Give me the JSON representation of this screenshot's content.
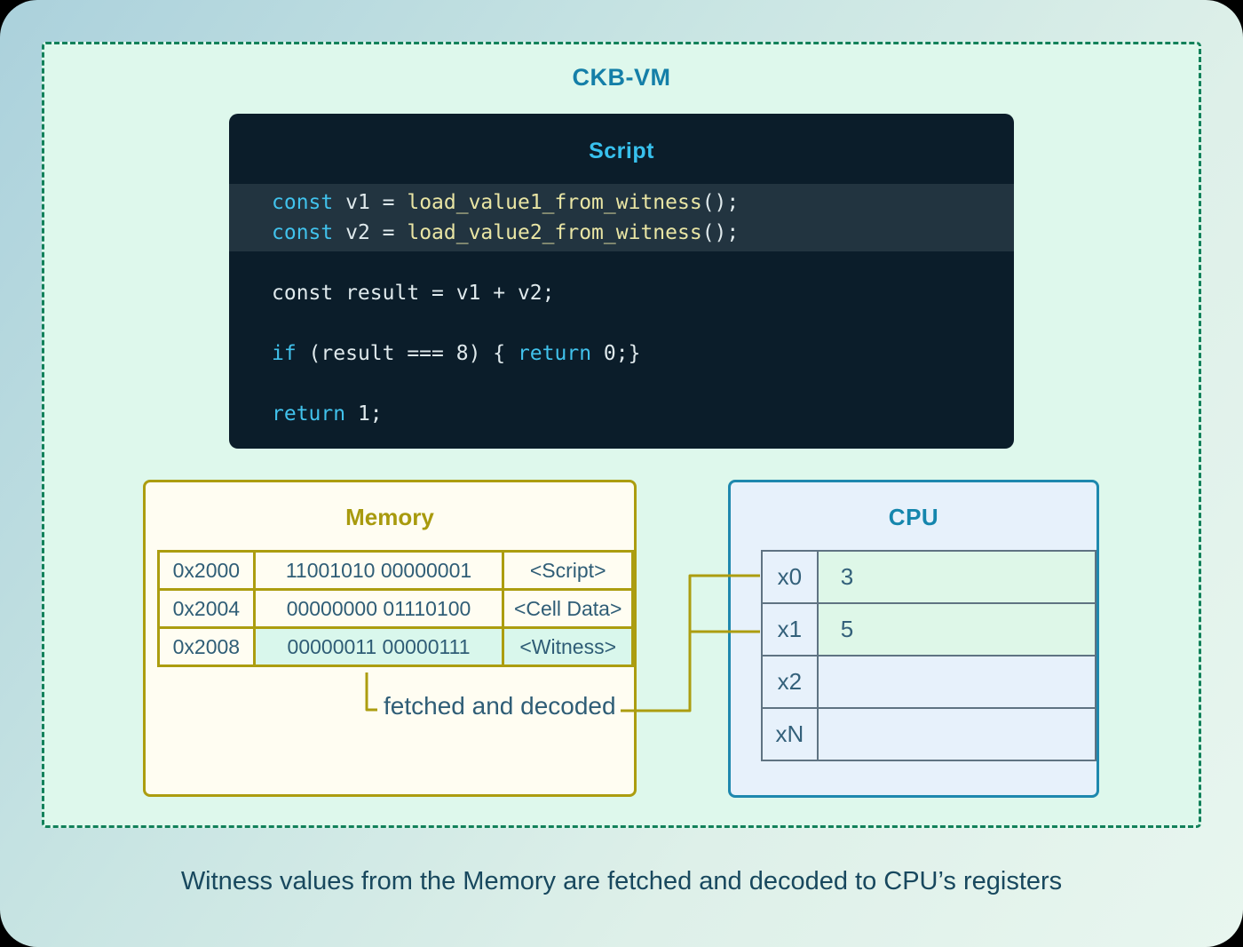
{
  "vm": {
    "title": "CKB-VM"
  },
  "script": {
    "title": "Script",
    "lines": [
      {
        "highlight": true,
        "tokens": [
          {
            "text": "const",
            "type": "kw"
          },
          {
            "text": " v1 = ",
            "type": "pl"
          },
          {
            "text": "load_value1_from_witness",
            "type": "fn"
          },
          {
            "text": "();",
            "type": "pl"
          }
        ]
      },
      {
        "highlight": true,
        "tokens": [
          {
            "text": "const",
            "type": "kw"
          },
          {
            "text": " v2 = ",
            "type": "pl"
          },
          {
            "text": "load_value2_from_witness",
            "type": "fn"
          },
          {
            "text": "();",
            "type": "pl"
          }
        ]
      },
      {
        "highlight": false,
        "tokens": [
          {
            "text": "const result = v1 + v2;",
            "type": "pl"
          }
        ]
      },
      {
        "highlight": false,
        "tokens": [
          {
            "text": "if",
            "type": "kw"
          },
          {
            "text": " (result === 8) { ",
            "type": "pl"
          },
          {
            "text": "return",
            "type": "kw"
          },
          {
            "text": " 0;}",
            "type": "pl"
          }
        ]
      },
      {
        "highlight": false,
        "tokens": [
          {
            "text": "return",
            "type": "kw"
          },
          {
            "text": " 1;",
            "type": "pl"
          }
        ]
      }
    ]
  },
  "memory": {
    "title": "Memory",
    "rows": [
      {
        "address": "0x2000",
        "data": "11001010 00000001",
        "label": "<Script>",
        "highlight": false
      },
      {
        "address": "0x2004",
        "data": "00000000 01110100",
        "label": "<Cell Data>",
        "highlight": false
      },
      {
        "address": "0x2008",
        "data": "00000011 00000111",
        "label": "<Witness>",
        "highlight": true
      }
    ]
  },
  "cpu": {
    "title": "CPU",
    "registers": [
      {
        "name": "x0",
        "value": "3",
        "highlight": true
      },
      {
        "name": "x1",
        "value": "5",
        "highlight": true
      },
      {
        "name": "x2",
        "value": "",
        "highlight": false
      },
      {
        "name": "xN",
        "value": "",
        "highlight": false
      }
    ]
  },
  "connector_label": "fetched and decoded",
  "caption": "Witness values from the Memory are fetched and decoded to CPU’s registers",
  "colors": {
    "dashed_border_green": "#12815a",
    "vm_background_mint": "#def8ec",
    "page_gradient_start": "#abd1dc",
    "page_gradient_end": "#e8f6ef",
    "code_background": "#0b1d2a",
    "code_highlight_band": "#223440",
    "code_keyword": "#41c2ec",
    "code_function": "#e9e5a4",
    "code_plain": "#dfe9ec",
    "script_title": "#38c1ee",
    "heading_blue": "#147fa8",
    "memory_olive": "#ac9d10",
    "memory_background": "#fffdf2",
    "diagram_text": "#2f5d76",
    "witness_highlight_mint": "#d9f7ec",
    "cpu_border_blue": "#1e88ae",
    "cpu_background": "#e7f1fb",
    "cpu_value_mint": "#def7e8",
    "cpu_table_border": "#5f7382",
    "caption_text": "#18485e"
  }
}
